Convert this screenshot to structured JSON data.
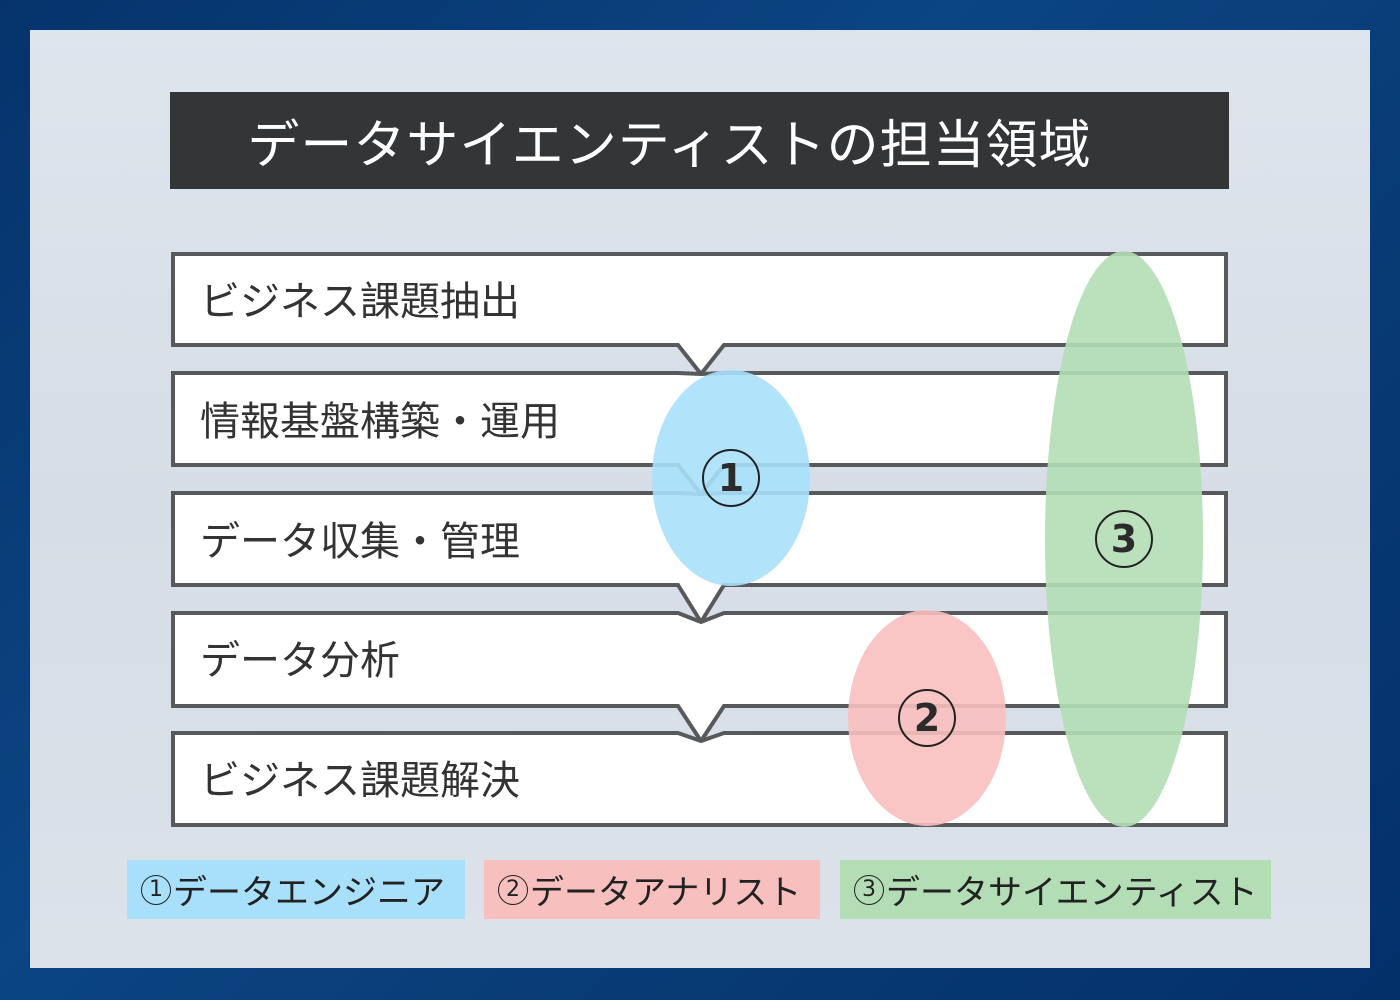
{
  "title": "データサイエンティストの担当領域",
  "steps": [
    {
      "label": "ビジネス課題抽出"
    },
    {
      "label": "情報基盤構築・運用"
    },
    {
      "label": "データ収集・管理"
    },
    {
      "label": "データ分析"
    },
    {
      "label": "ビジネス課題解決"
    }
  ],
  "roles": [
    {
      "number": "1",
      "name": "データエンジニア",
      "color": "#a8e0fb",
      "covers": [
        "情報基盤構築・運用",
        "データ収集・管理"
      ]
    },
    {
      "number": "2",
      "name": "データアナリスト",
      "color": "#f8bfbf",
      "covers": [
        "データ分析",
        "ビジネス課題解決"
      ]
    },
    {
      "number": "3",
      "name": "データサイエンティスト",
      "color": "#b3deb5",
      "covers": [
        "ビジネス課題抽出",
        "情報基盤構築・運用",
        "データ収集・管理",
        "データ分析",
        "ビジネス課題解決"
      ]
    }
  ],
  "colors": {
    "frame": "#0a3a72",
    "panel": "#dbe1e9",
    "title_bar": "#333537",
    "box_border": "#555759"
  }
}
